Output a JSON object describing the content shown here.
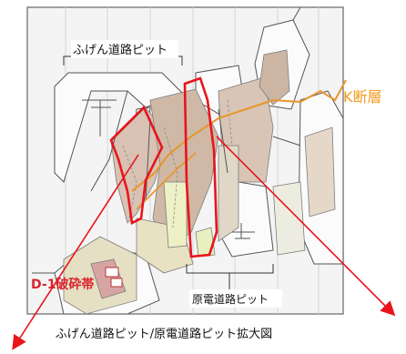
{
  "labels": {
    "fugen_pit": "ふげん道路ピット",
    "gen_pit": "原電道路ピット",
    "k_fault": "K断層",
    "d1_zone": "D-1破砕帯"
  },
  "caption": "ふげん道路ピット/原電道路ピット拡大図",
  "colors": {
    "k_fault_text": "#f39a1c",
    "d1_text": "#d9252b",
    "highlight": "#e8141c",
    "k_fault_line": "#e7962a"
  }
}
